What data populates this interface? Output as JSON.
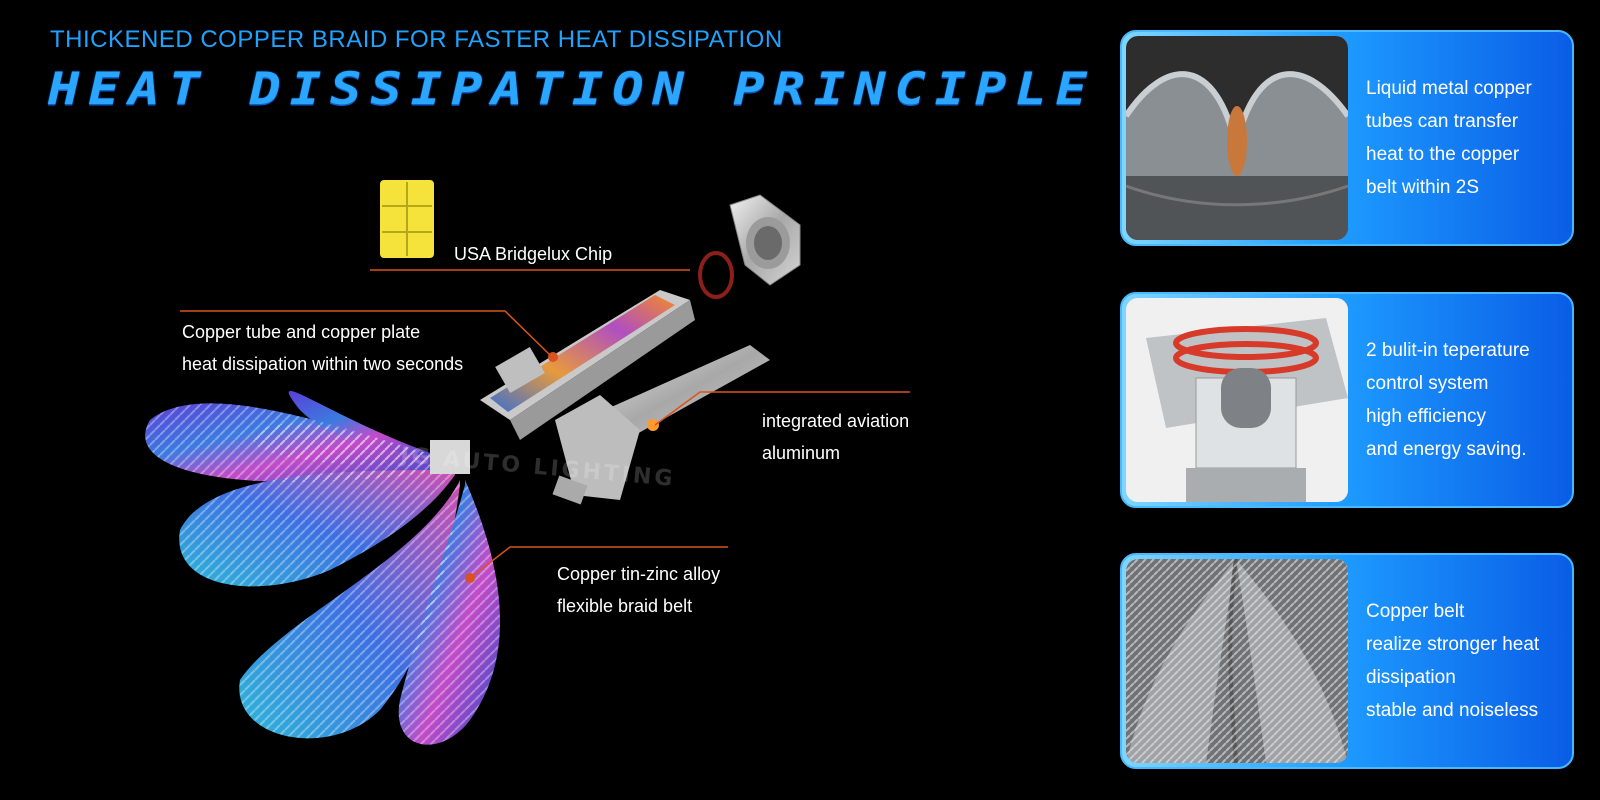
{
  "header": {
    "subtitle": "THICKENED COPPER BRAID FOR FASTER HEAT DISSIPATION",
    "title": "HEAT DISSIPATION PRINCIPLE"
  },
  "diagram": {
    "watermark": "JG AUTO LIGHTING",
    "labels": {
      "chip": [
        "USA Bridgelux Chip"
      ],
      "copper_tube": [
        "Copper tube and copper plate",
        "heat dissipation within two seconds"
      ],
      "aluminum": [
        "integrated aviation",
        "aluminum"
      ],
      "braid": [
        "Copper tin-zinc alloy",
        "flexible braid belt"
      ]
    },
    "colors": {
      "leader_line": "#d9531e",
      "chip": "#f5e33b",
      "title": "#2aa6ff"
    }
  },
  "features": [
    {
      "icon": "copper-braid-closeup-image",
      "lines": [
        "Liquid metal copper",
        "tubes can transfer",
        "heat to the copper",
        "belt within 2S"
      ]
    },
    {
      "icon": "bulb-base-closeup-image",
      "lines": [
        "2 bulit-in teperature",
        "control system",
        "high efficiency",
        "and energy saving."
      ]
    },
    {
      "icon": "braided-belt-closeup-image",
      "lines": [
        "Copper belt",
        "realize stronger heat",
        "dissipation",
        "stable and noiseless"
      ]
    }
  ]
}
